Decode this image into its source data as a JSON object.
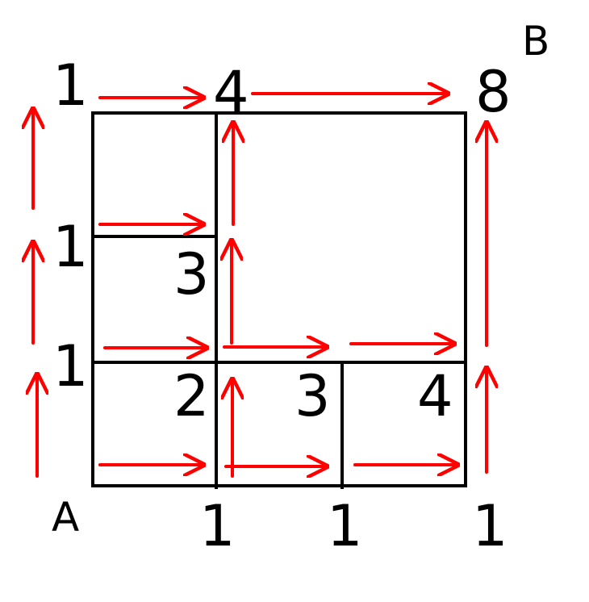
{
  "labels": {
    "start": "A",
    "end": "B"
  },
  "counts": {
    "left_bottom": "1",
    "left_middle": "1",
    "top_left": "1",
    "top_middle": "4",
    "top_right": "8",
    "inner_3": "3",
    "inner_2": "2",
    "cell_3": "3",
    "cell_4": "4",
    "bottom_1": "1",
    "bottom_2": "1",
    "bottom_3": "1"
  },
  "colors": {
    "arrow": "#ff0000",
    "grid": "#000000"
  }
}
